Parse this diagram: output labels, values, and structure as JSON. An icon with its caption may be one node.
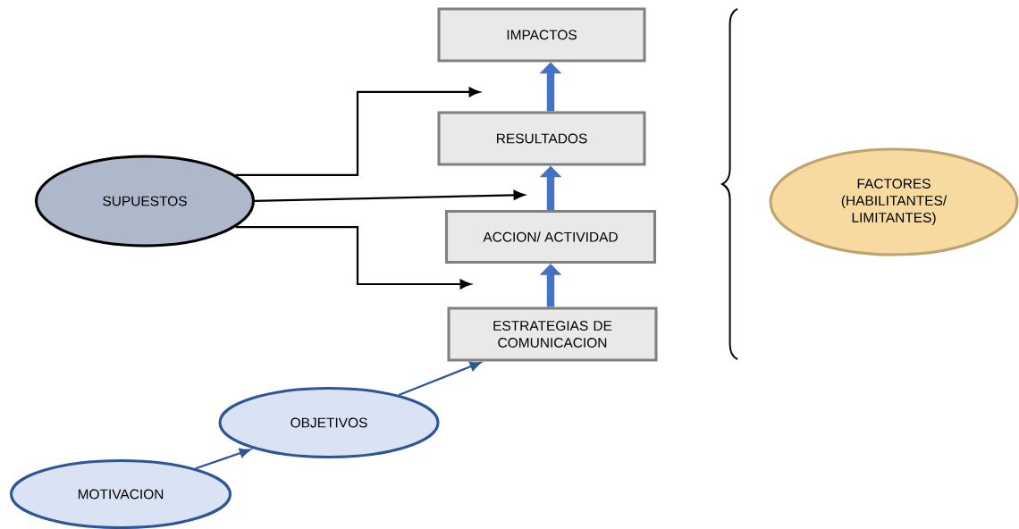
{
  "diagram": {
    "nodes": [
      {
        "text": [
          "IMPACTOS"
        ]
      },
      {
        "text": [
          "RESULTADOS"
        ]
      },
      {
        "text": [
          "ACCION/ ACTIVIDAD"
        ]
      },
      {
        "text": [
          "ESTRATEGIAS DE COMUNICACION"
        ]
      },
      {
        "text": [
          "SUPUESTOS"
        ]
      },
      {
        "text": [
          "FACTORES (HABILITANTES/ LIMITANTES)"
        ]
      },
      {
        "text": [
          "OBJETIVOS"
        ]
      },
      {
        "text": [
          "MOTIVACION"
        ]
      }
    ],
    "edges": [
      {
        "from": 3,
        "to": 2,
        "arrow": "to",
        "style": "thick",
        "color": "#4472c4"
      },
      {
        "from": 2,
        "to": 1,
        "arrow": "to",
        "style": "thick",
        "color": "#4472c4"
      },
      {
        "from": 1,
        "to": 0,
        "arrow": "to",
        "style": "thick",
        "color": "#4472c4"
      },
      {
        "from": 4,
        "to": null,
        "arrow": "to",
        "color": "#000000"
      },
      {
        "from": 4,
        "to": null,
        "arrow": "to",
        "color": "#000000"
      },
      {
        "from": 4,
        "to": null,
        "arrow": "to",
        "color": "#000000"
      },
      {
        "from": 7,
        "to": 6,
        "arrow": "to",
        "color": "#2f5597"
      },
      {
        "from": 6,
        "to": 3,
        "arrow": "to",
        "color": "#2f5597"
      }
    ]
  }
}
